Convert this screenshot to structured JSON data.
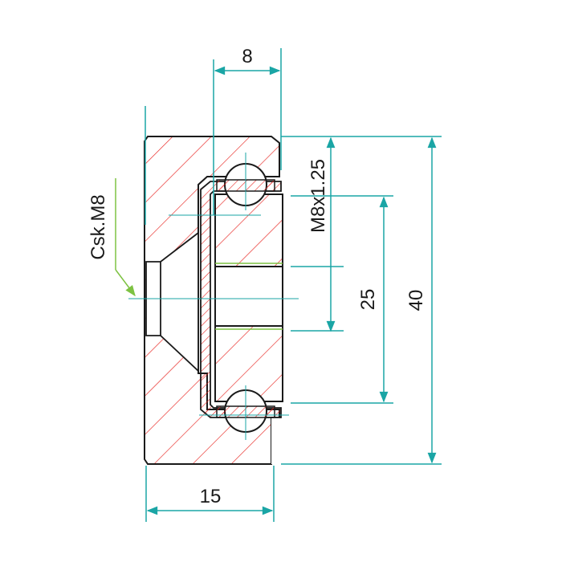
{
  "dimensions": {
    "top_width": "8",
    "bottom_width": "15",
    "bore_height": "25",
    "overall_height": "40",
    "thread_label": "M8x1.25"
  },
  "callout": {
    "label": "Csk.M8"
  },
  "colors": {
    "outline": "#1a1a1a",
    "hatch": "#e8231f",
    "dimension": "#1aa5a5",
    "leader": "#7dc242"
  }
}
